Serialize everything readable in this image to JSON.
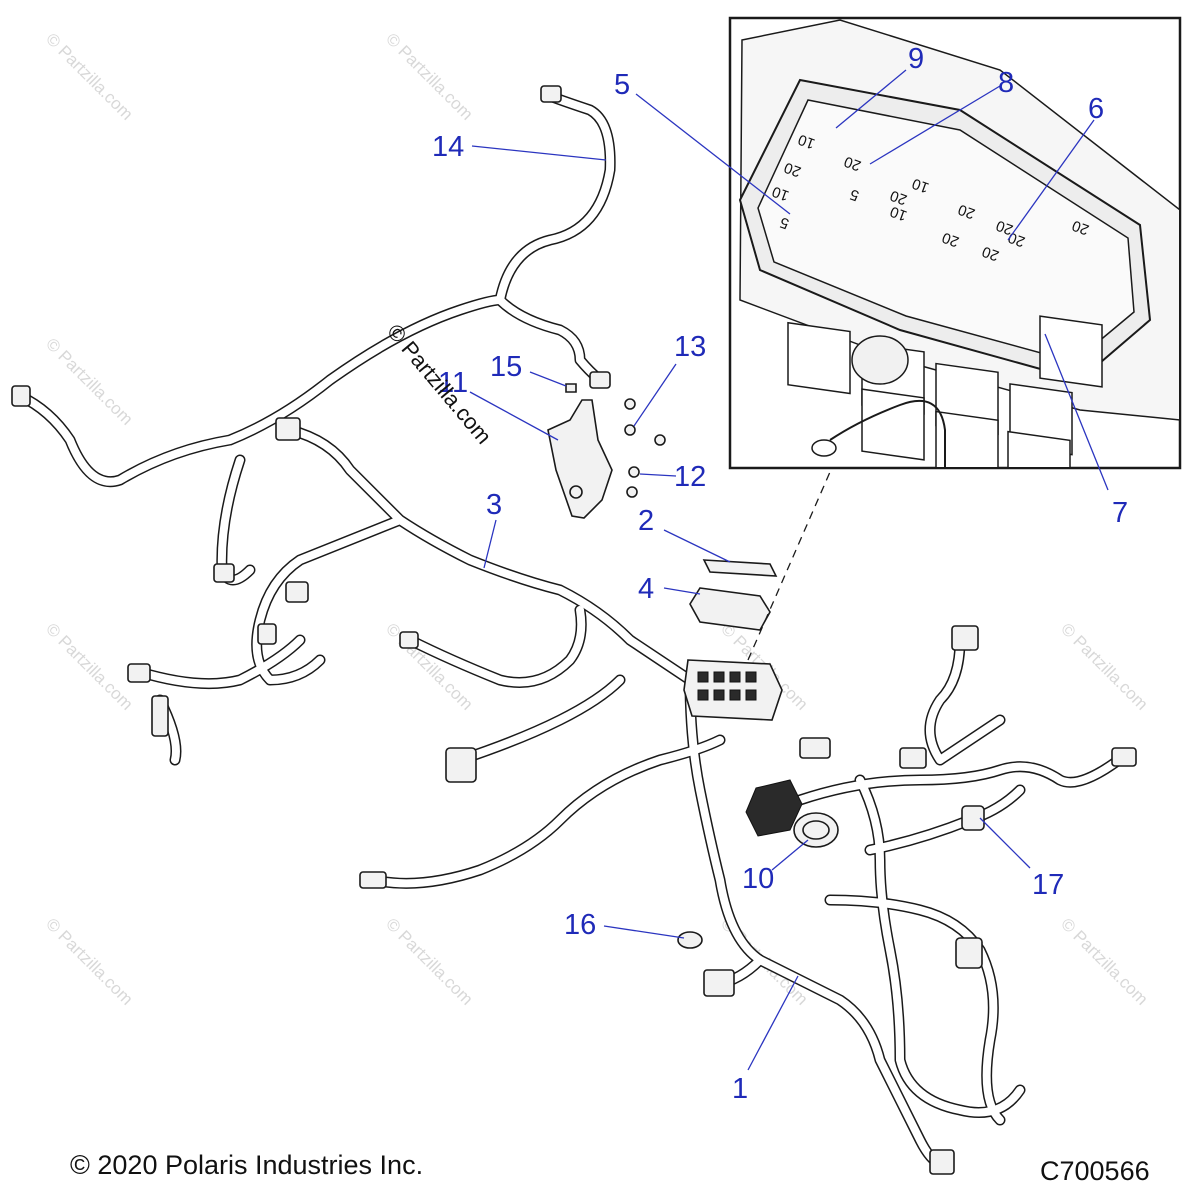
{
  "diagram": {
    "callouts": [
      "1",
      "2",
      "3",
      "4",
      "5",
      "6",
      "7",
      "8",
      "9",
      "10",
      "11",
      "12",
      "13",
      "14",
      "15",
      "16",
      "17"
    ],
    "fuse_labels": [
      "10",
      "20",
      "20",
      "10",
      "5",
      "20",
      "10",
      "20",
      "10",
      "5",
      "20",
      "20",
      "20",
      "20",
      "20"
    ],
    "watermark_text": "© Partzilla.com",
    "watermark_main": "© Partzilla.com"
  },
  "footer": {
    "copyright": "© 2020 Polaris Industries Inc.",
    "code": "C700566"
  }
}
